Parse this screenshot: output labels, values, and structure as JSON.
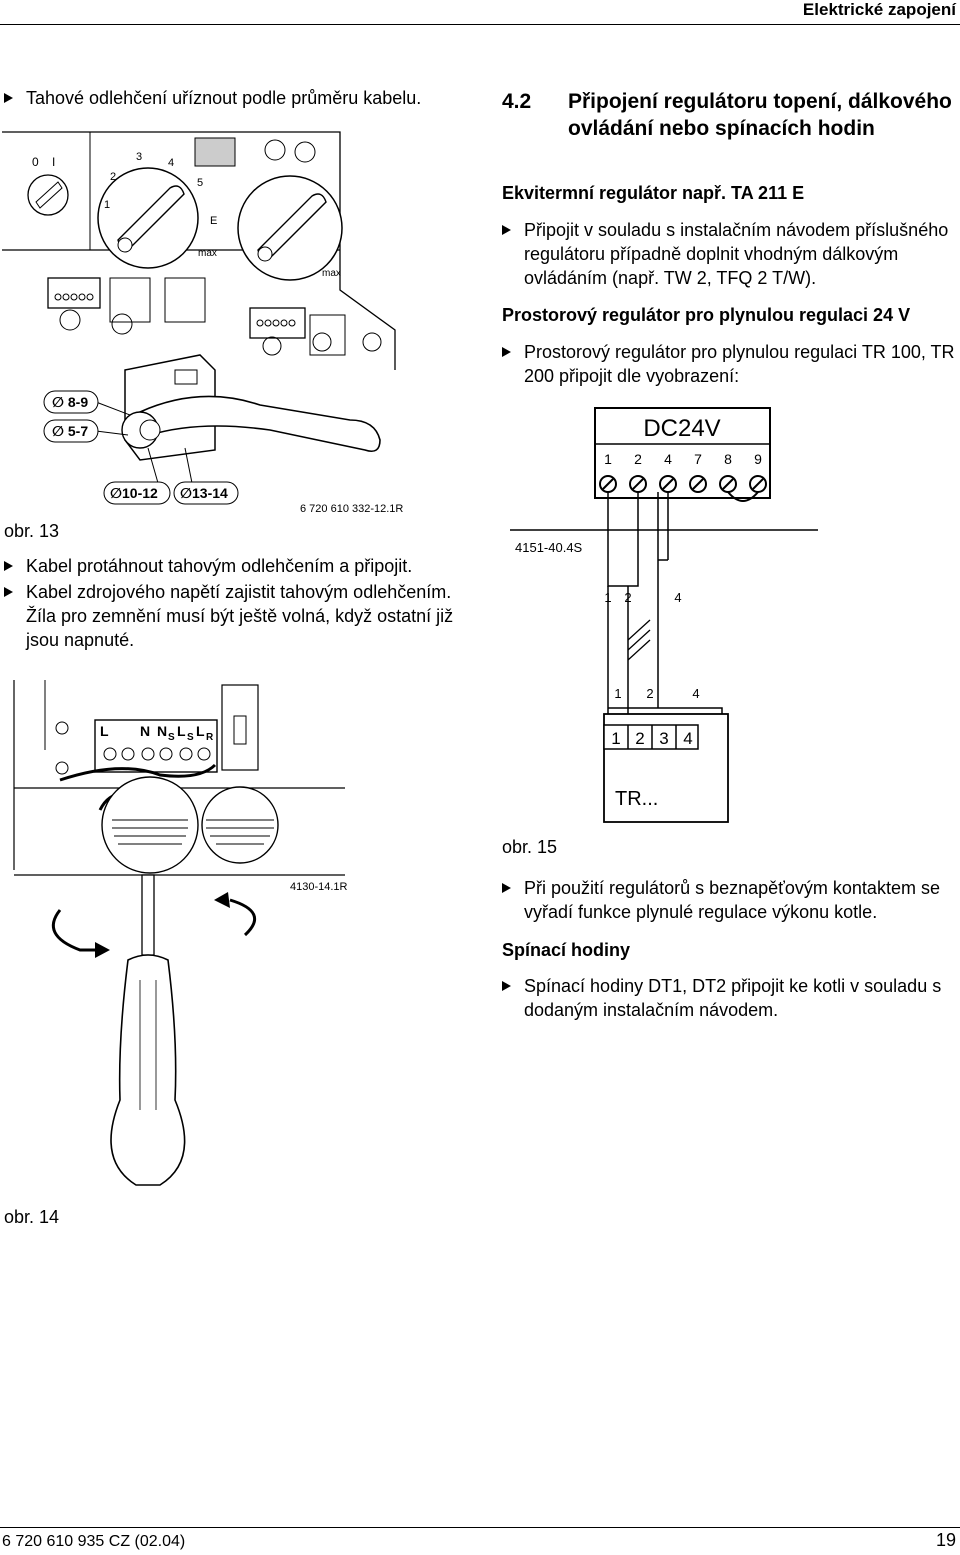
{
  "header": {
    "title": "Elektrické zapojení"
  },
  "left": {
    "bullet1": "Tahové odlehčení uříznout podle průměru kabelu.",
    "fig13": {
      "dial_numbers": [
        "0",
        "I",
        "1",
        "2",
        "3",
        "4",
        "5",
        "E",
        "max",
        "max"
      ],
      "labels": [
        "∅ 8-9",
        "∅ 5-7",
        "∅10-12",
        "∅13-14"
      ],
      "code": "6 720 610 332-12.1R",
      "caption": "obr. 13"
    },
    "bullet2": "Kabel protáhnout tahovým odlehčením a připojit.",
    "bullet3_line1": "Kabel zdrojového napětí zajistit tahovým odlehčením.",
    "bullet3_line2": "Žíla pro zemnění musí být ještě volná, když ostatní již jsou napnuté.",
    "fig14": {
      "terminal_labels": [
        "L",
        "N",
        "N",
        "S",
        "L",
        "S",
        "L",
        "R"
      ],
      "code": "4130-14.1R",
      "caption": "obr. 14"
    }
  },
  "right": {
    "section_number": "4.2",
    "section_title": "Připojení regulátoru topení, dálkového ovládání nebo spínacích hodin",
    "sub1": "Ekvitermní regulátor např. TA 211 E",
    "bullet_a": "Připojit v souladu s instalačním návodem příslušného regulátoru případně doplnit vhodným dálkovým ovládáním (např. TW 2, TFQ 2 T/W).",
    "sub2": "Prostorový regulátor pro plynulou regulaci 24 V",
    "bullet_b": "Prostorový regulátor pro plynulou regulaci TR 100, TR 200 připojit dle vyobrazení:",
    "fig15": {
      "box_title": "DC24V",
      "terminals": [
        "1",
        "2",
        "4",
        "7",
        "8",
        "9"
      ],
      "code": "4151-40.4S",
      "wire_numbers": [
        "1",
        "2",
        "4"
      ],
      "wire_numbers_lower": [
        "1",
        "2",
        "4"
      ],
      "tr_terminals": [
        "1",
        "2",
        "3",
        "4"
      ],
      "tr_label": "TR...",
      "caption": "obr. 15"
    },
    "bullet_c": "Při použití regulátorů s beznapěťovým kontaktem se vyřadí funkce plynulé regulace výkonu kotle.",
    "sub3": "Spínací hodiny",
    "bullet_d": "Spínací hodiny DT1, DT2 připojit ke kotli v souladu s dodaným instalačním návodem."
  },
  "footer": {
    "doc_number": "6 720 610 935 CZ (02.04)",
    "page": "19"
  }
}
